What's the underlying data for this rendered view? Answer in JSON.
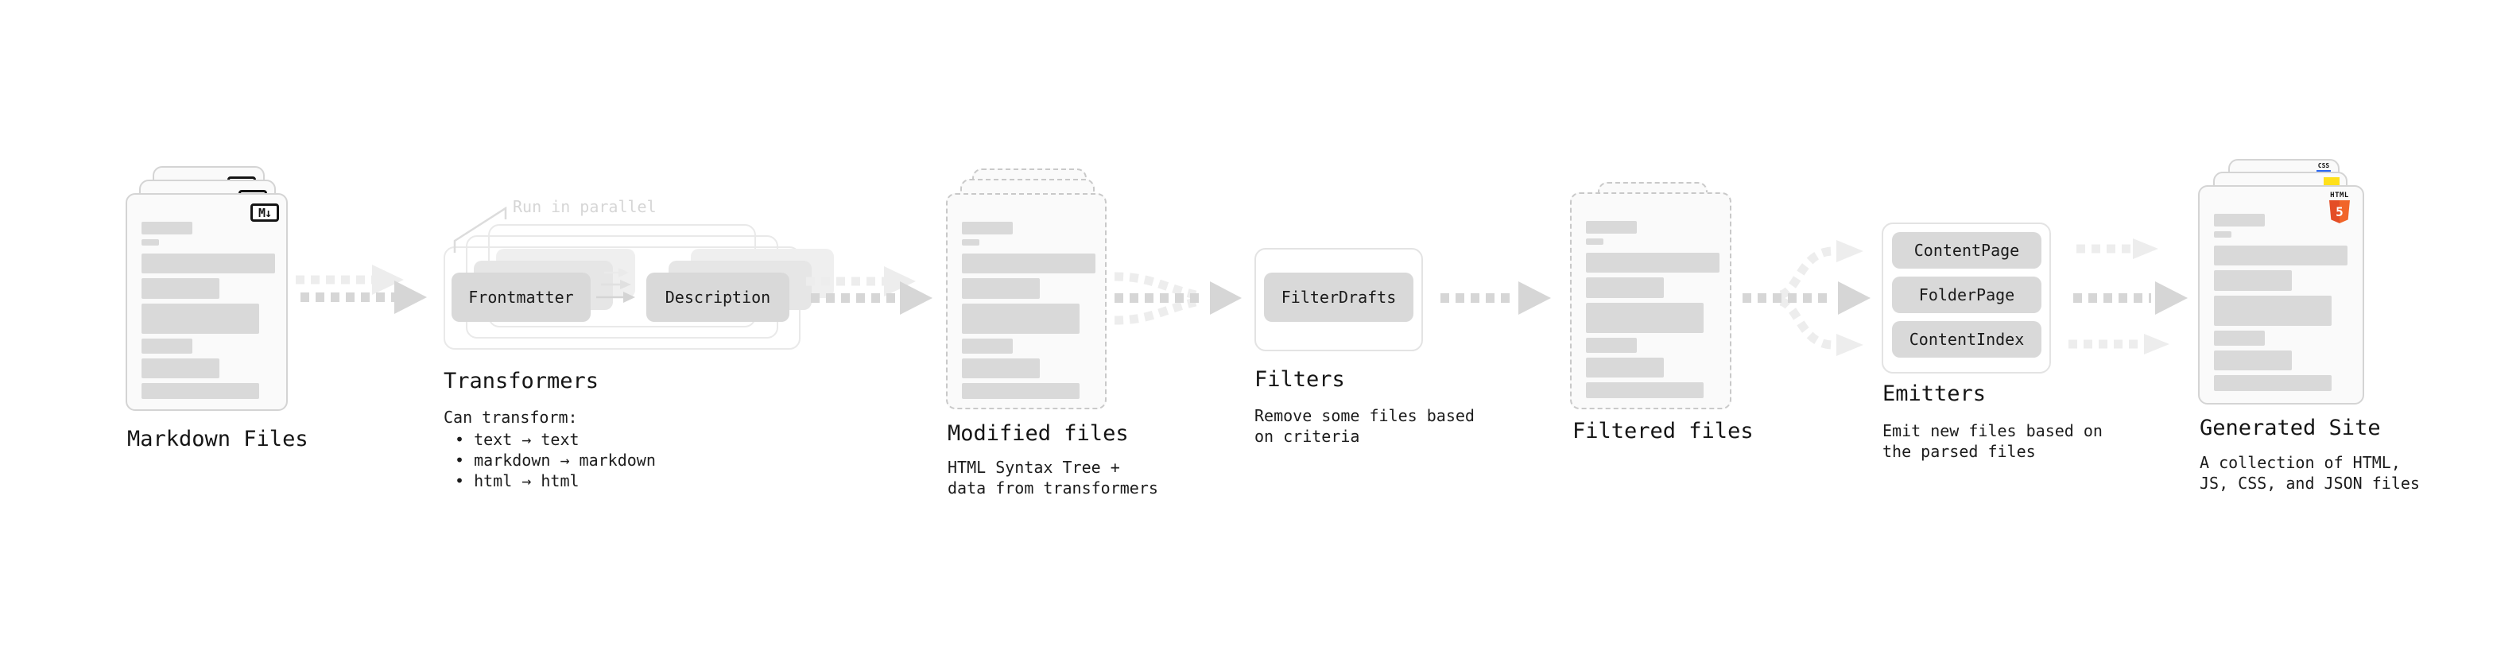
{
  "markdown_files": {
    "label": "Markdown Files",
    "badge": "M↓"
  },
  "transformers": {
    "title": "Transformers",
    "annotation": "Run in parallel",
    "nodes": {
      "from": "Frontmatter",
      "to": "Description"
    },
    "subtitle": "Can transform:",
    "bullets": [
      "• text → text",
      "• markdown → markdown",
      "• html → html"
    ]
  },
  "modified_files": {
    "label": "Modified files",
    "subtitle": "HTML Syntax Tree +\ndata from transformers"
  },
  "filters": {
    "title": "Filters",
    "button": "FilterDrafts",
    "subtitle": "Remove some files based\non criteria"
  },
  "filtered_files": {
    "label": "Filtered files"
  },
  "emitters": {
    "title": "Emitters",
    "buttons": [
      "ContentPage",
      "FolderPage",
      "ContentIndex"
    ],
    "subtitle": "Emit new files based on\nthe parsed files"
  },
  "generated_site": {
    "label": "Generated Site",
    "subtitle": "A collection of HTML,\nJS, CSS, and JSON files",
    "badges": {
      "html_word": "HTML",
      "html_number": "5",
      "css_word": "CSS"
    }
  },
  "colors": {
    "html5_orange": "#e44d26",
    "html5_orange_light": "#f16529",
    "js_yellow": "#ffe01a",
    "css_blue": "#2965f1",
    "arrow_dark": "#d6d6d6",
    "arrow_light": "#ededed",
    "card_fill": "#fafafa",
    "chip_fill": "#d9d9d9"
  }
}
